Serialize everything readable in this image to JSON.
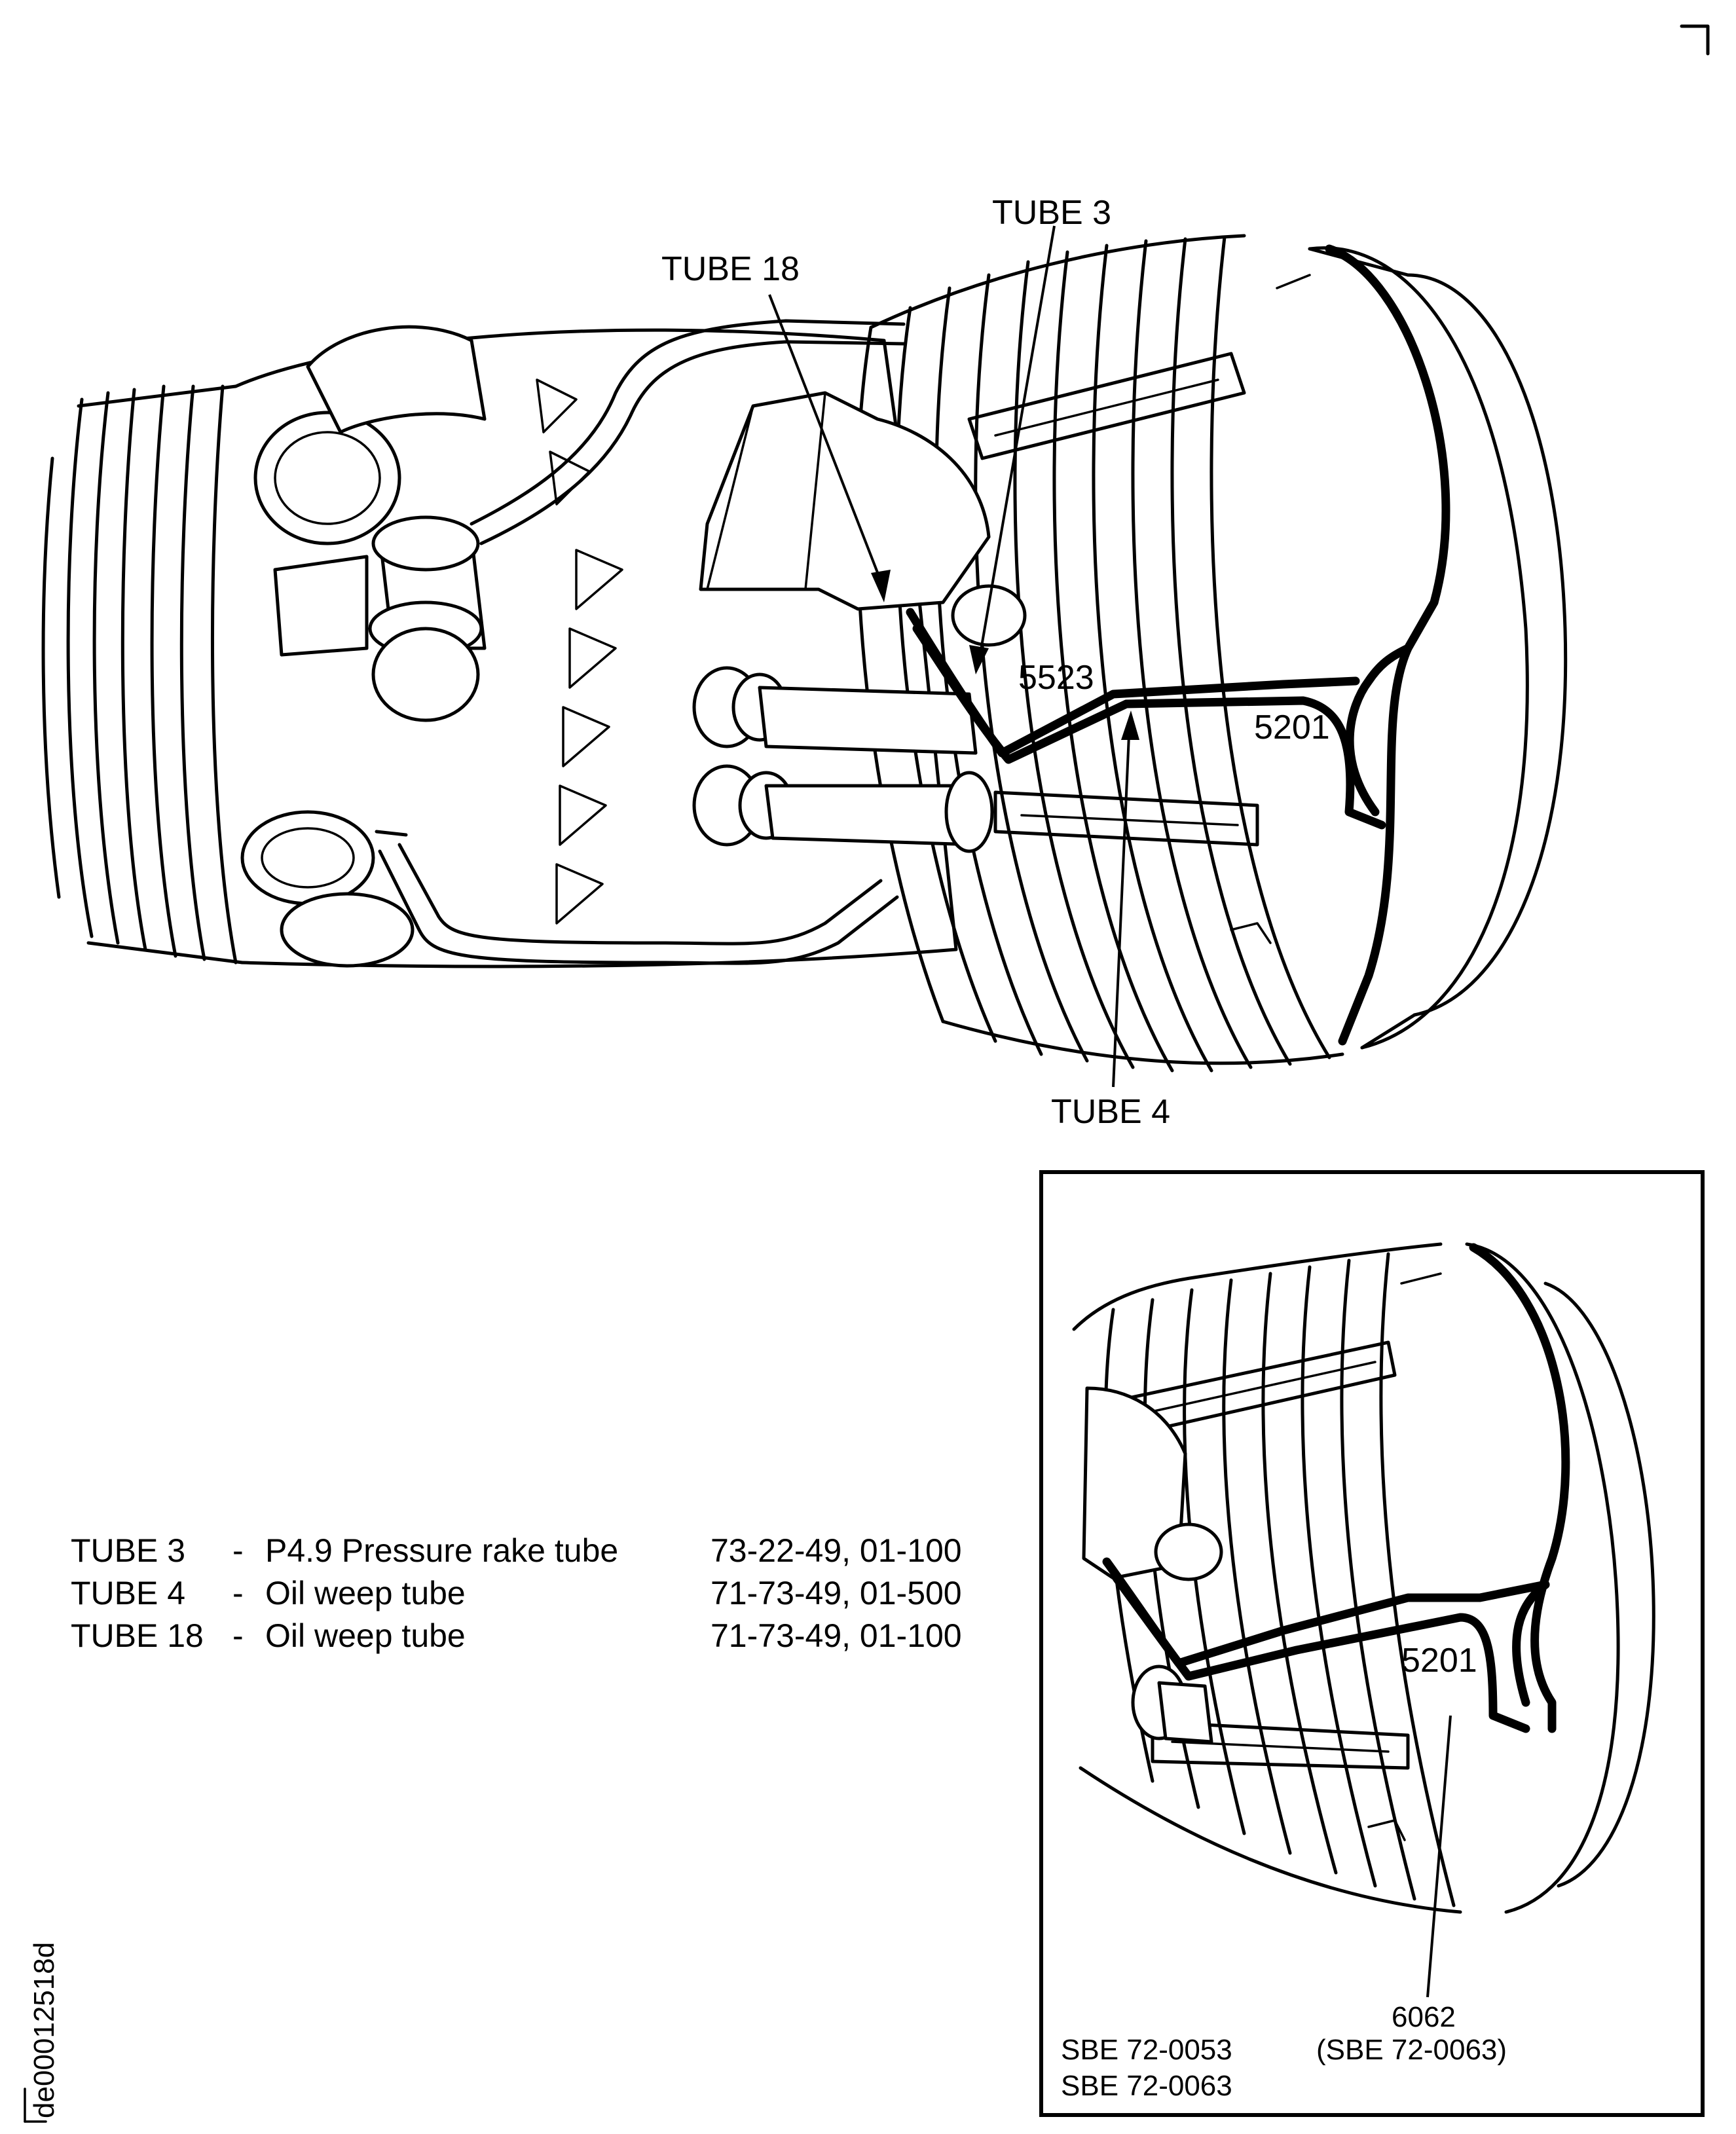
{
  "main_view": {
    "callouts": {
      "tube_3": "TUBE 3",
      "tube_18": "TUBE 18",
      "tube_4": "TUBE 4",
      "ref_5523": "5523",
      "ref_5201": "5201"
    }
  },
  "legend": {
    "rows": [
      {
        "tube": "TUBE 3",
        "sep": "-",
        "description": "P4.9 Pressure rake tube",
        "reference": "73-22-49, 01-100"
      },
      {
        "tube": "TUBE 4",
        "sep": "-",
        "description": "Oil weep tube",
        "reference": "71-73-49, 01-500"
      },
      {
        "tube": "TUBE 18",
        "sep": "-",
        "description": "Oil weep tube",
        "reference": "71-73-49, 01-100"
      }
    ]
  },
  "inset": {
    "ref_5201": "5201",
    "ref_6062": "6062",
    "ref_6062_note": "(SBE 72-0063)",
    "applicability": [
      "SBE 72-0053",
      "SBE 72-0063"
    ]
  },
  "figure_id": "de00012518d"
}
